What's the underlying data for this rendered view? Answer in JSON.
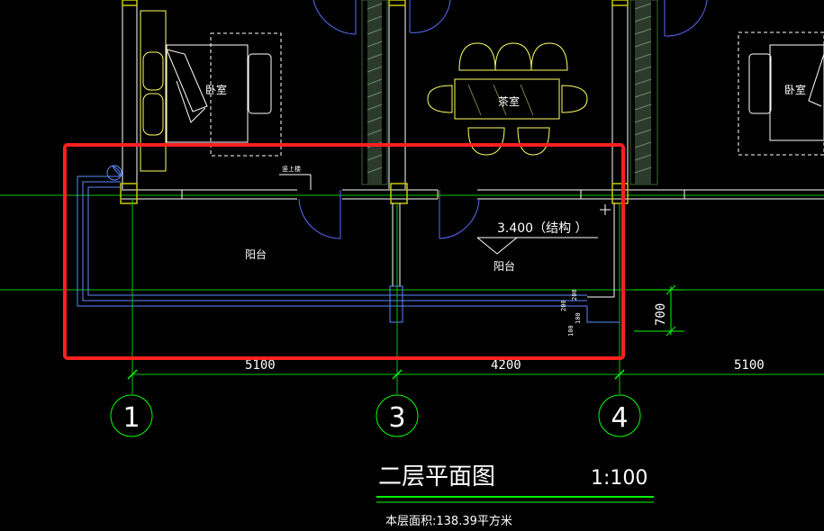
{
  "colors": {
    "background": "#000000",
    "wall": "#ffffff",
    "column": "#c8c800",
    "furniture": "#ffff66",
    "axis": "#00c800",
    "dimension": "#00ff00",
    "door": "#5a6cff",
    "hatch": "#4a6a4a",
    "highlight": "#ff2020",
    "text": "#ffffff"
  },
  "rooms": {
    "bedroom_left": "卧室",
    "tea_room": "茶室",
    "bedroom_right": "卧室",
    "balcony_left": "阳台",
    "balcony_right": "阳台"
  },
  "annotations": {
    "small_tag": "竖上楼",
    "elevation": "3.400（结构  ）",
    "dim_vertical": "700",
    "small_dims": [
      "200",
      "100",
      "100",
      "200"
    ]
  },
  "dimensions": [
    "5100",
    "4200",
    "5100"
  ],
  "axes": [
    "1",
    "3",
    "4"
  ],
  "drawing": {
    "title": "二层平面图",
    "scale": "1:100",
    "area_note": "本层面积:138.39平方米"
  }
}
